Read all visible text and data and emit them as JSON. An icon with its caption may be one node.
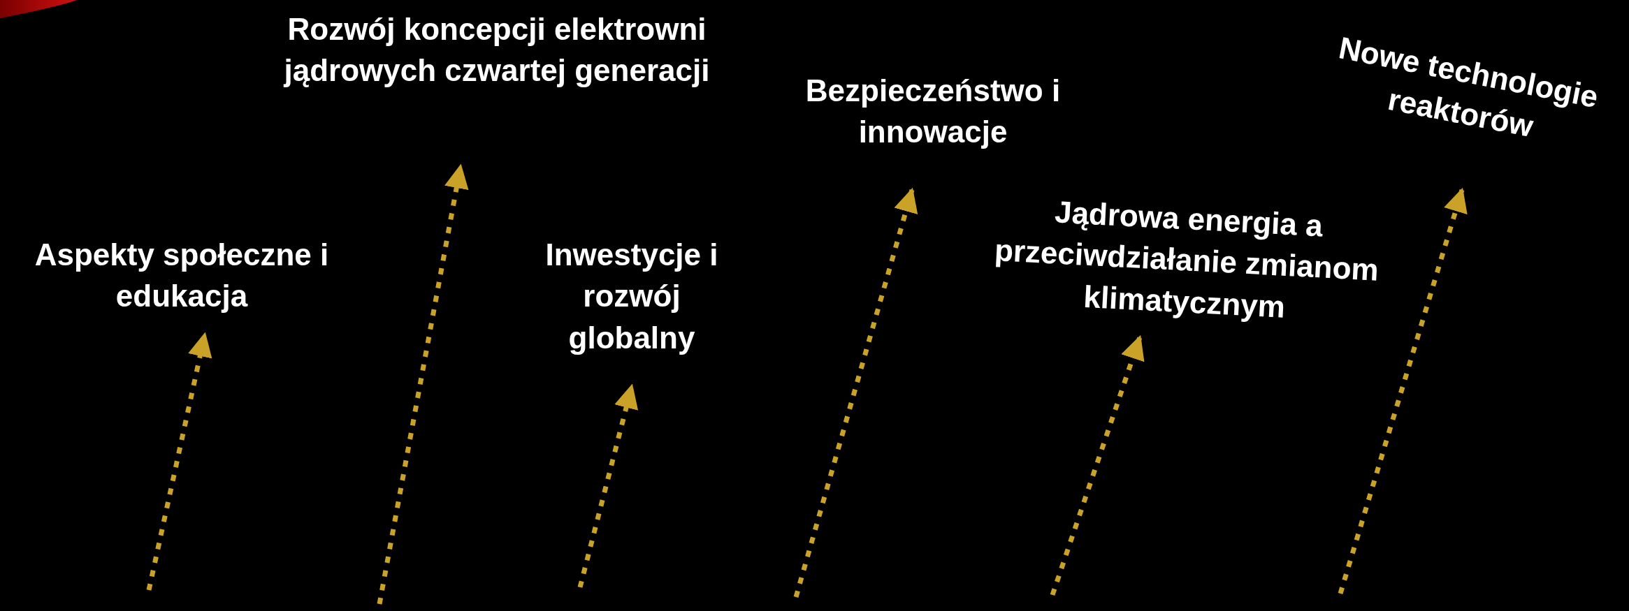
{
  "diagram": {
    "nodes": [
      {
        "text": [
          "Aspekty społeczne i edukacja"
        ]
      },
      {
        "text": [
          "Rozwój koncepcji elektrowni jądrowych czwartej generacji"
        ]
      },
      {
        "text": [
          "Inwestycje i rozwój globalny"
        ]
      },
      {
        "text": [
          "Bezpieczeństwo i innowacje"
        ]
      },
      {
        "text": [
          "Jądrowa energia a przeciwdziałanie zmianom klimatycznym"
        ]
      },
      {
        "text": [
          "Nowe technologie reaktorów"
        ]
      }
    ],
    "edges": [
      {
        "from": null,
        "to": 0,
        "arrow": "to",
        "style": "dashed"
      },
      {
        "from": null,
        "to": 1,
        "arrow": "to",
        "style": "dashed"
      },
      {
        "from": null,
        "to": 2,
        "arrow": "to",
        "style": "dashed"
      },
      {
        "from": null,
        "to": 3,
        "arrow": "to",
        "style": "dashed"
      },
      {
        "from": null,
        "to": 4,
        "arrow": "to",
        "style": "dashed"
      },
      {
        "from": null,
        "to": 5,
        "arrow": "to",
        "style": "dashed"
      }
    ]
  }
}
